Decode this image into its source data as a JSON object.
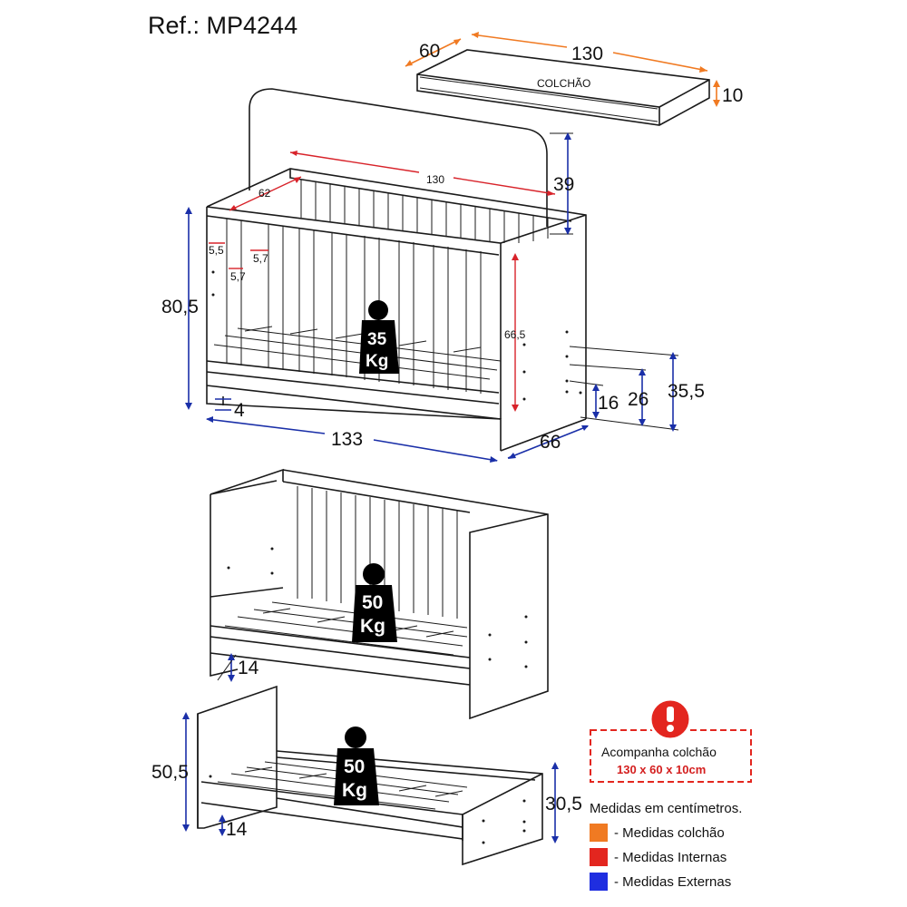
{
  "title": "Ref.: MP4244",
  "mattress": {
    "label": "COLCHÃO",
    "width": "60",
    "length": "130",
    "height": "10"
  },
  "crib": {
    "inner_length": "130",
    "inner_width": "62",
    "headboard_height": "39",
    "total_height": "80,5",
    "slat_gap_a": "5,5",
    "slat_gap_b": "5,7",
    "slat_gap_c": "5,7",
    "inner_height": "66,5",
    "leg_height": "4",
    "outer_length": "133",
    "outer_width": "66",
    "base_level_1": "16",
    "base_level_2": "26",
    "base_level_3": "35,5",
    "weight_number": "35",
    "weight_unit": "Kg"
  },
  "toddler_bed": {
    "clearance": "14",
    "weight_number": "50",
    "weight_unit": "Kg"
  },
  "mini_bed": {
    "headboard_height": "50,5",
    "footboard_height": "30,5",
    "clearance": "14",
    "weight_number": "50",
    "weight_unit": "Kg"
  },
  "notice": {
    "line1": "Acompanha colchão",
    "line2": "130 x 60 x 10cm"
  },
  "legend": {
    "title": "Medidas em centímetros.",
    "items": [
      {
        "label": "- Medidas colchão",
        "color": "#f07a22"
      },
      {
        "label": "- Medidas Internas",
        "color": "#e3261f"
      },
      {
        "label": "- Medidas Externas",
        "color": "#1f2ee0"
      }
    ]
  },
  "colors": {
    "external": "#1a2fa8",
    "internal": "#d8232a",
    "mattress": "#f07a22",
    "alert": "#e3261f"
  }
}
